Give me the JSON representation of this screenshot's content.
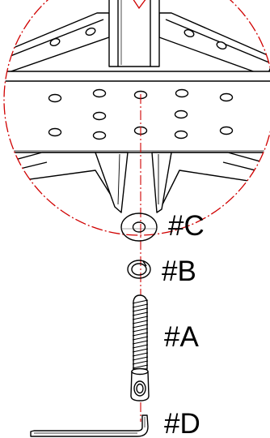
{
  "labels": {
    "c": "#C",
    "b": "#B",
    "a": "#A",
    "d": "#D"
  },
  "colors": {
    "line": "#000000",
    "guide": "#d00000",
    "background": "#ffffff"
  }
}
